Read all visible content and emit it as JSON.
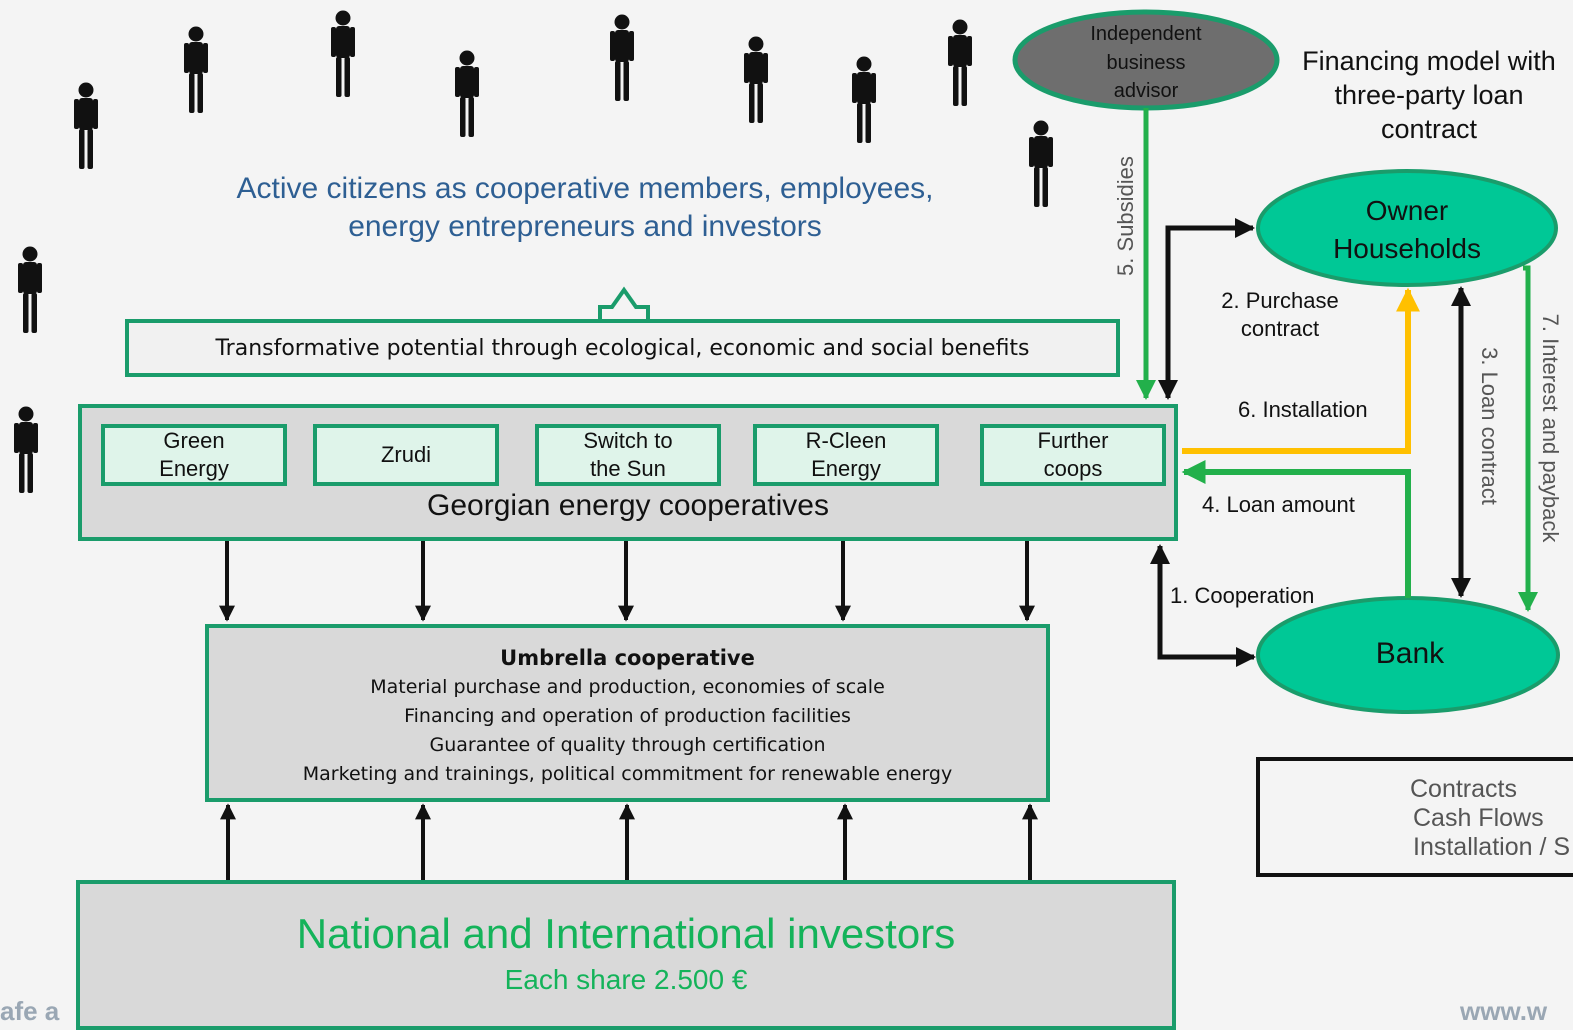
{
  "headline": [
    "Active citizens as cooperative members, employees,",
    "energy entrepreneurs and investors"
  ],
  "transformative": "Transformative potential through ecological, economic and social benefits",
  "cooperatives": {
    "label": "Georgian energy cooperatives",
    "items": [
      {
        "l1": "Green",
        "l2": "Energy"
      },
      {
        "l1": "Zrudi",
        "l2": ""
      },
      {
        "l1": "Switch to",
        "l2": "the Sun"
      },
      {
        "l1": "R-Cleen",
        "l2": "Energy"
      },
      {
        "l1": "Further",
        "l2": "coops"
      }
    ]
  },
  "umbrella": {
    "title": "Umbrella cooperative",
    "lines": [
      "Material purchase and production, economies of scale",
      "Financing and operation of production facilities",
      "Guarantee of quality through certification",
      "Marketing and trainings, political commitment for renewable energy"
    ]
  },
  "investors": {
    "title": "National and International investors",
    "subtitle": "Each share 2.500 €"
  },
  "financing": {
    "title": [
      "Financing model with",
      "three-party loan",
      "contract"
    ],
    "advisor": [
      "Independent",
      "business",
      "advisor"
    ],
    "owner": [
      "Owner",
      "Households"
    ],
    "bank": "Bank",
    "steps": {
      "s1": "1. Cooperation",
      "s2": [
        "2. Purchase",
        "contract"
      ],
      "s3": "3. Loan contract",
      "s4": "4. Loan amount",
      "s5": "5. Subsidies",
      "s6": "6. Installation",
      "s7": "7. Interest and payback"
    }
  },
  "legend": [
    "Contracts",
    "Cash Flows",
    "Installation / S"
  ],
  "footer": {
    "left": "afe a",
    "right": "www.w"
  },
  "colors": {
    "teal": "#1a9c6b",
    "green": "#14b35a",
    "ellipse": "#00c896",
    "advisor": "#6e6e6e",
    "yellow": "#ffc000",
    "black": "#111111"
  }
}
